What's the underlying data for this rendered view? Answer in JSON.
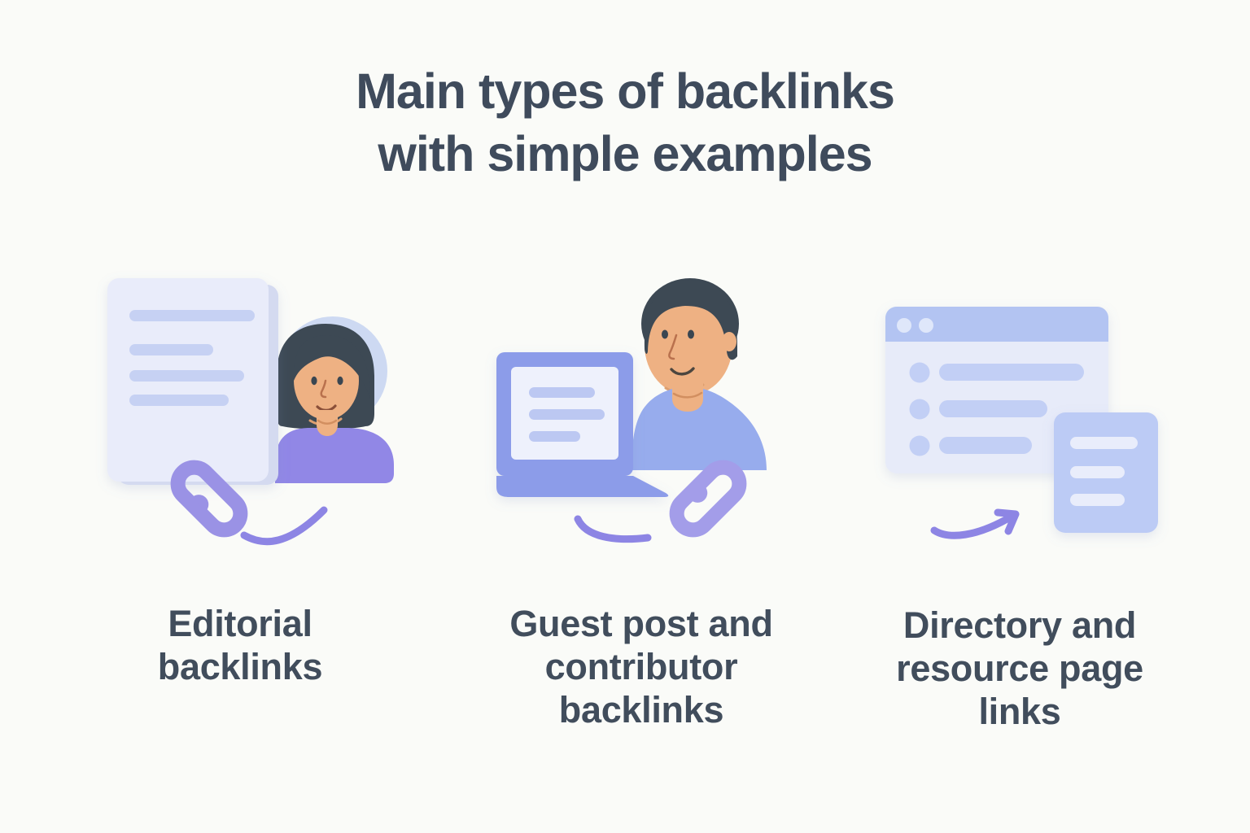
{
  "title": {
    "line1": "Main types of backlinks",
    "line2": "with simple examples"
  },
  "items": [
    {
      "id": "editorial",
      "label": "Editorial backlinks",
      "icons": [
        "document-icon",
        "woman-avatar",
        "chain-link-icon",
        "swoosh-icon"
      ]
    },
    {
      "id": "guest-post",
      "label": "Guest post and contributor backlinks",
      "icons": [
        "laptop-icon",
        "man-avatar",
        "chain-link-icon",
        "swoosh-icon"
      ]
    },
    {
      "id": "directory",
      "label": "Directory and resource page links",
      "icons": [
        "browser-window-icon",
        "resource-card-icon",
        "arrow-icon"
      ]
    }
  ],
  "colors": {
    "background": "#fafbf8",
    "heading_text": "#3f4b5c",
    "caption_text": "#414d5c",
    "link_purple": "#9a92e5",
    "link_purple_light": "#a39de9",
    "swoosh_purple": "#8d85e4",
    "document_fill": "#e9ecfa",
    "document_back_fill": "#d4daf0",
    "document_line": "#c6d1f3",
    "avatar_circle": "#cdd9f2",
    "skin": "#eeb183",
    "hair": "#3d4954",
    "shirt_purple": "#9187e6",
    "shirt_blue": "#97aced",
    "laptop_body": "#8c9ce9",
    "laptop_screen": "#eef1fc",
    "laptop_line": "#bcc8f2",
    "browser_header": "#b3c4f2",
    "browser_body": "#e7ebf9",
    "browser_line": "#c2cff5",
    "browser_dot": "#dfe7fa",
    "card_fill": "#bccbf5",
    "card_line": "#e9edfb"
  }
}
